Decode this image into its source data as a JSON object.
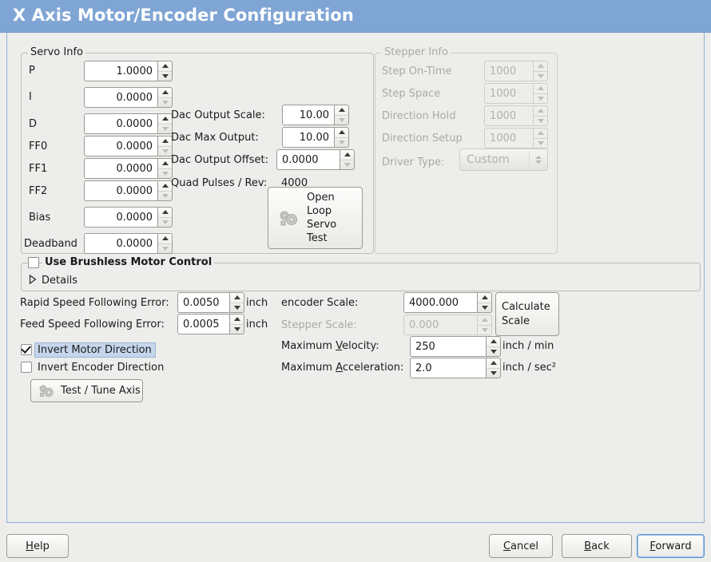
{
  "window": {
    "title": "X Axis Motor/Encoder Configuration"
  },
  "servo_info": {
    "frame_title": "Servo Info",
    "fields": [
      {
        "label": "P",
        "value": "1.0000"
      },
      {
        "label": "I",
        "value": "0.0000"
      },
      {
        "label": "D",
        "value": "0.0000"
      },
      {
        "label": "FF0",
        "value": "0.0000"
      },
      {
        "label": "FF1",
        "value": "0.0000"
      },
      {
        "label": "FF2",
        "value": "0.0000"
      },
      {
        "label": "Bias",
        "value": "0.0000"
      },
      {
        "label": "Deadband",
        "value": "0.0000"
      }
    ],
    "dac": [
      {
        "label": "Dac Output Scale:",
        "value": "10.00"
      },
      {
        "label": "Dac Max Output:",
        "value": "10.00"
      },
      {
        "label": "Dac Output Offset:",
        "value": "0.0000"
      }
    ],
    "quad_pulses_label": "Quad Pulses / Rev:",
    "quad_pulses_value": "4000",
    "open_loop_button": {
      "line1": "Open",
      "line2": "Loop",
      "line3": "Servo",
      "line4": "Test",
      "icon": "gears-icon"
    }
  },
  "stepper_info": {
    "frame_title": "Stepper Info",
    "enabled": false,
    "fields": [
      {
        "label": "Step On-Time",
        "value": "1000"
      },
      {
        "label": "Step Space",
        "value": "1000"
      },
      {
        "label": "Direction Hold",
        "value": "1000"
      },
      {
        "label": "Direction Setup",
        "value": "1000"
      }
    ],
    "driver_type_label": "Driver Type:",
    "driver_type_value": "Custom"
  },
  "brushless": {
    "checkbox_label": "Use Brushless Motor Control",
    "checked": false,
    "details_label": "Details",
    "details_expanded": false
  },
  "errors": {
    "rapid_label": "Rapid Speed Following Error:",
    "rapid_value": "0.0050",
    "rapid_unit": "inch",
    "feed_label": "Feed Speed Following Error:",
    "feed_value": "0.0005",
    "feed_unit": "inch"
  },
  "invert": {
    "motor_label": "Invert Motor Direction",
    "motor_checked": true,
    "motor_focused": true,
    "encoder_label": "Invert Encoder Direction",
    "encoder_checked": false
  },
  "test_tune_button": {
    "label": "Test / Tune Axis",
    "icon": "gears-icon"
  },
  "scales": {
    "encoder_label": "encoder Scale:",
    "encoder_value": "4000.000",
    "stepper_label": "Stepper Scale:",
    "stepper_value": "0.000",
    "stepper_enabled": false,
    "calculate_button_line1": "Calculate",
    "calculate_button_line2": "Scale",
    "max_velocity_label_pre": "Maximum ",
    "max_velocity_label_accel": "V",
    "max_velocity_label_post": "elocity:",
    "max_velocity_value": "250",
    "max_velocity_unit": "inch / min",
    "max_accel_label_pre": "Maximum ",
    "max_accel_label_accel": "A",
    "max_accel_label_post": "cceleration:",
    "max_accel_value": "2.0",
    "max_accel_unit": "inch / sec²"
  },
  "actions": {
    "help": {
      "accel": "H",
      "rest": "elp"
    },
    "cancel": {
      "accel": "C",
      "rest": "ancel"
    },
    "back": {
      "pre": "B",
      "accel": "B",
      "rest": "ack"
    },
    "forward": {
      "accel": "F",
      "rest": "orward"
    }
  },
  "colors": {
    "titlebar": "#7fa5d4",
    "panel_bg": "#ededeb",
    "panel_border": "#8fb0da",
    "focus_blue": "#5f93d0",
    "highlight": "#c5d6ec",
    "disabled_text": "#a9a9a5"
  }
}
